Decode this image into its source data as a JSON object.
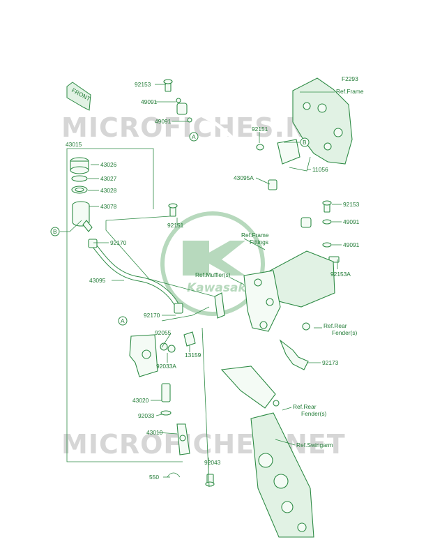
{
  "figure_code": "F2293",
  "front_label": "FRONT",
  "watermark": "MICROFICHES.NET",
  "logo_text": "Kawasaki",
  "references": {
    "frame": "Ref.Frame",
    "frame_fittings": "Ref.Frame\nFittings",
    "muffler": "Ref.Muffler(s)",
    "rear_fender_1": "Ref.Rear\nFender(s)",
    "rear_fender_2": "Ref.Rear\nFender(s)",
    "swingarm": "Ref.Swingarm"
  },
  "callouts": {
    "a": "A",
    "b": "B"
  },
  "parts": {
    "p92153_top": "92153",
    "p49091_a": "49091",
    "p49091_b": "49091",
    "p43015": "43015",
    "p43026": "43026",
    "p43027": "43027",
    "p43028": "43028",
    "p43078": "43078",
    "p92151_a": "92151",
    "p11056": "11056",
    "p43095A": "43095A",
    "p92153_right": "92153",
    "p49091_c": "49091",
    "p49091_d": "49091",
    "p92151_b": "92151",
    "p92170_a": "92170",
    "p43095": "43095",
    "p92153A": "92153A",
    "p92170_b": "92170",
    "p92055": "92055",
    "p92033A": "92033A",
    "p13159": "13159",
    "p92173": "92173",
    "p43020": "43020",
    "p92033": "92033",
    "p43010": "43010",
    "p92043": "92043",
    "p550": "550"
  }
}
